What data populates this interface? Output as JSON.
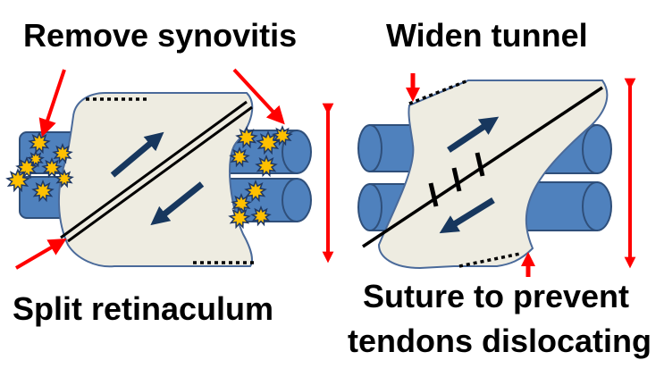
{
  "labels": {
    "remove_synovitis": "Remove synovitis",
    "split_retinaculum": "Split retinaculum",
    "widen_tunnel": "Widen tunnel",
    "suture_line1": "Suture to prevent",
    "suture_line2": "tendons dislocating"
  },
  "colors": {
    "tendon_fill": "#4f81bd",
    "tendon_stroke": "#2f4f7a",
    "retinaculum_fill": "#eeece1",
    "retinaculum_stroke": "#4a6a9a",
    "synovitis_fill": "#ffc000",
    "synovitis_stroke": "#1f3864",
    "pointer_red": "#ff0000",
    "direction_arrow": "#17375e",
    "text": "#000000"
  }
}
